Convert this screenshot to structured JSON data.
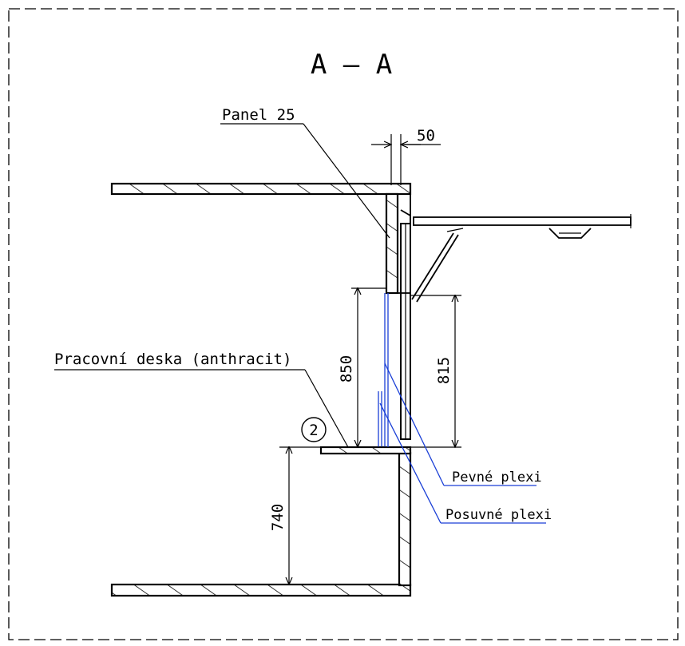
{
  "drawing": {
    "section_title": "A – A",
    "labels": {
      "panel": "Panel 25",
      "worktop": "Pracovní deska (anthracit)",
      "fixed_plexi": "Pevné plexi",
      "sliding_plexi": "Posuvné plexi",
      "position_number": "2"
    },
    "dimensions": {
      "panel_gap": "50",
      "plexi_height": "850",
      "opening_height": "815",
      "worktop_height": "740"
    },
    "colors": {
      "line": "#000000",
      "plexi": "#1a3fd6"
    }
  }
}
